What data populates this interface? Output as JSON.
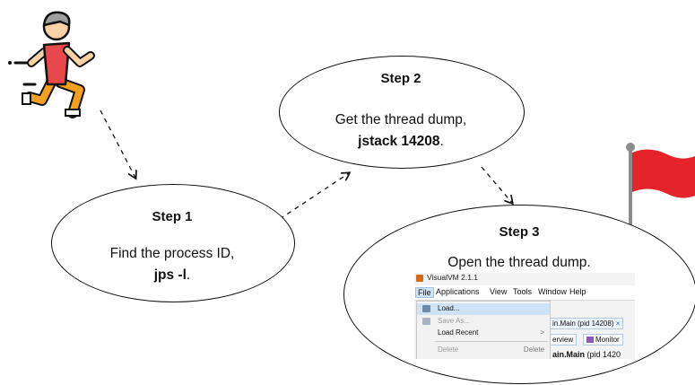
{
  "steps": [
    {
      "title": "Step 1",
      "line1": "Find the process ID,",
      "cmd": "jps -l",
      "tail": "."
    },
    {
      "title": "Step 2",
      "line1": "Get the thread dump,",
      "cmd": "jstack 14208",
      "tail": "."
    },
    {
      "title": "Step 3",
      "line1": "Open the thread dump."
    }
  ],
  "visualvm": {
    "title": "VisualVM 2.1.1",
    "menus": [
      "File",
      "Applications",
      "View",
      "Tools",
      "Window",
      "Help"
    ],
    "file_menu": [
      {
        "label": "Load...",
        "accel": "",
        "state": "selected"
      },
      {
        "label": "Save As...",
        "accel": "",
        "state": "disabled"
      },
      {
        "label": "Load Recent",
        "accel": ">",
        "state": "normal"
      },
      {
        "label": "Delete",
        "accel": "Delete",
        "state": "disabled"
      }
    ],
    "tab_label": "in.Main (pid 14208)",
    "tab_close": "×",
    "overview_tab": "erview",
    "monitor_tab": "Monitor",
    "heading_bold": "ain.Main",
    "heading_rest": "(pid 1420"
  },
  "colors": {
    "flag": "#e5232b",
    "pole": "#8c8c8c",
    "runner_shirt": "#e8474c",
    "runner_pants": "#f2a01e",
    "runner_skin": "#fbd2a8",
    "runner_hair": "#9e9e9e"
  },
  "icons": [
    "runner-icon",
    "flag-icon"
  ]
}
